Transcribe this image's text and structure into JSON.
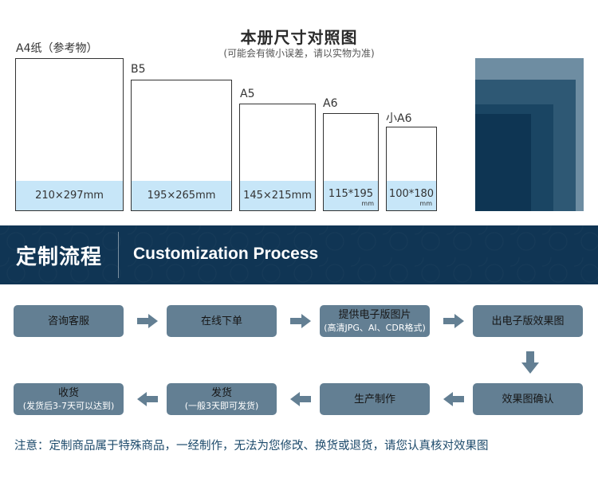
{
  "header": {
    "title": "本册尺寸对照图",
    "subtitle": "(可能会有微小误差，请以实物为准)"
  },
  "sizes": [
    {
      "name": "A4纸（参考物）",
      "dims": "210×297mm"
    },
    {
      "name": "B5",
      "dims": "195×265mm"
    },
    {
      "name": "A5",
      "dims": "145×215mm"
    },
    {
      "name": "A6",
      "dims": "115*195",
      "unit": "mm"
    },
    {
      "name": "小A6",
      "dims": "100*180",
      "unit": "mm"
    }
  ],
  "banner": {
    "title_cn": "定制流程",
    "title_en": "Customization Process"
  },
  "process": {
    "steps": [
      {
        "label": "咨询客服"
      },
      {
        "label": "在线下单"
      },
      {
        "label": "提供电子版图片",
        "sub": "(高清JPG、AI、CDR格式)"
      },
      {
        "label": "出电子版效果图"
      },
      {
        "label": "效果图确认"
      },
      {
        "label": "生产制作"
      },
      {
        "label": "发货",
        "sub": "(一般3天即可发货)"
      },
      {
        "label": "收货",
        "sub": "(发货后3-7天可以达到)"
      }
    ]
  },
  "note": "注意：定制商品属于特殊商品，一经制作，无法为您修改、换货或退货，请您认真核对效果图",
  "colors": {
    "banner_bg": "#103554",
    "step_bg": "#637f93",
    "arrow": "#637f93",
    "size_foot": "#c7e6f8",
    "note_text": "#1c4a6b"
  }
}
